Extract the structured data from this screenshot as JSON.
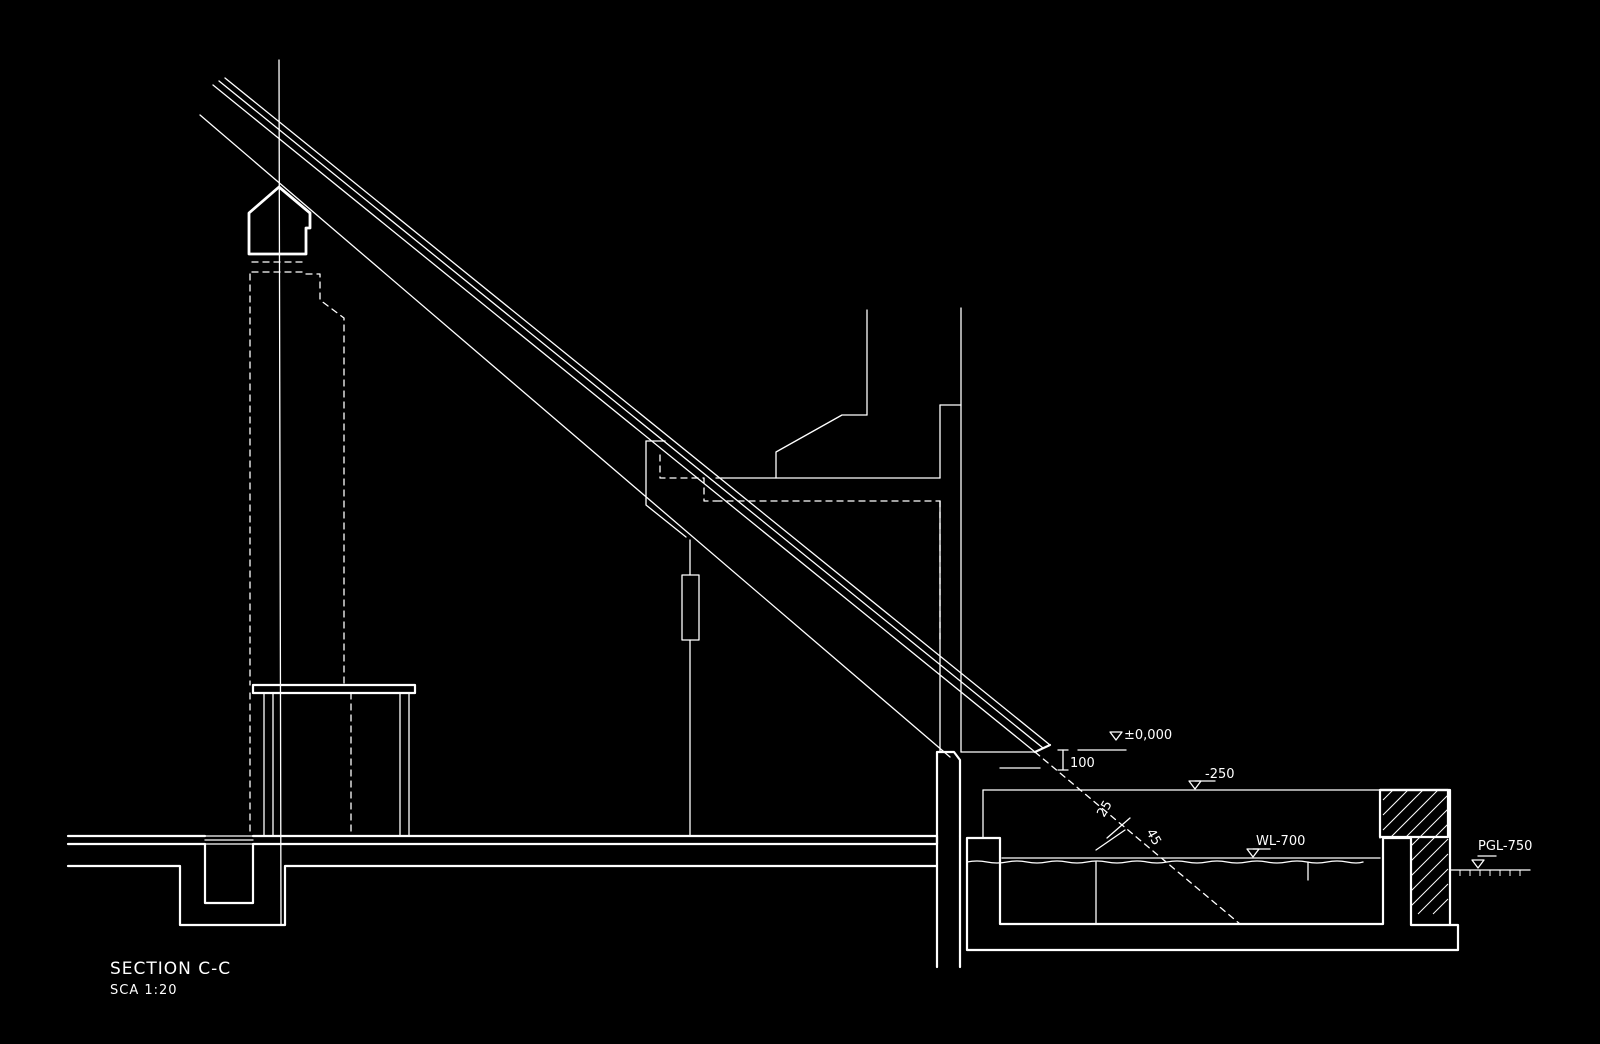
{
  "title": {
    "section": "SECTION C-C",
    "scale": "SCA 1:20"
  },
  "levels": {
    "zero": "±0,000",
    "gap": "100",
    "minus250": "-250",
    "water": "WL-700",
    "ground": "PGL-750"
  },
  "dimensions": {
    "d25": "25",
    "d45": "45"
  },
  "colors": {
    "background": "#000000",
    "line": "#ffffff"
  }
}
